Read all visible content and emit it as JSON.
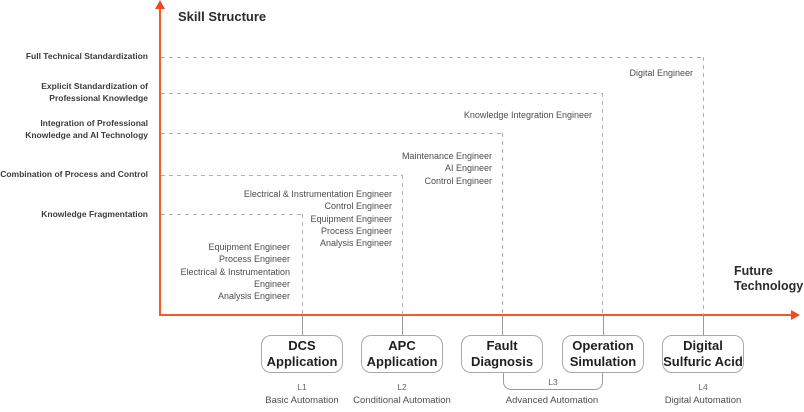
{
  "titles": {
    "y_axis": "Skill Structure",
    "x_axis_line1": "Future",
    "x_axis_line2": "Technology"
  },
  "skill_levels": [
    {
      "line1": "Full Technical Standardization"
    },
    {
      "line1": "Explicit Standardization of",
      "line2": "Professional Knowledge"
    },
    {
      "line1": "Integration of Professional",
      "line2": "Knowledge and AI Technology"
    },
    {
      "line1": "Combination of Process and Control"
    },
    {
      "line1": "Knowledge Fragmentation"
    }
  ],
  "engineer_groups": [
    {
      "lines": [
        "Equipment Engineer",
        "Process Engineer",
        "Electrical & Instrumentation",
        "Engineer",
        "Analysis Engineer"
      ]
    },
    {
      "lines": [
        "Electrical & Instrumentation Engineer",
        "Control Engineer",
        "Equipment Engineer",
        "Process Engineer",
        "Analysis Engineer"
      ]
    },
    {
      "lines": [
        "Maintenance Engineer",
        "AI Engineer",
        "Control Engineer"
      ]
    },
    {
      "lines": [
        "Knowledge Integration Engineer"
      ]
    },
    {
      "lines": [
        "Digital Engineer"
      ]
    }
  ],
  "stages": [
    {
      "name_line1": "DCS",
      "name_line2": "Application",
      "level": "L1",
      "category": "Basic Automation"
    },
    {
      "name_line1": "APC",
      "name_line2": "Application",
      "level": "L2",
      "category": "Conditional Automation"
    },
    {
      "name_line1": "Fault",
      "name_line2": "Diagnosis"
    },
    {
      "name_line1": "Operation",
      "name_line2": "Simulation"
    },
    {
      "name_line1": "Digital",
      "name_line2": "Sulfuric Acid",
      "level": "L4",
      "category": "Digital Automation"
    }
  ],
  "shared_level": {
    "level": "L3",
    "category": "Advanced Automation"
  },
  "colors": {
    "axis": "#F4592C",
    "dashed_line": "#AFAFAF",
    "connector": "#9A9A9A",
    "text_dark": "#2B2B2B",
    "text_gray": "#4D4D4D"
  }
}
